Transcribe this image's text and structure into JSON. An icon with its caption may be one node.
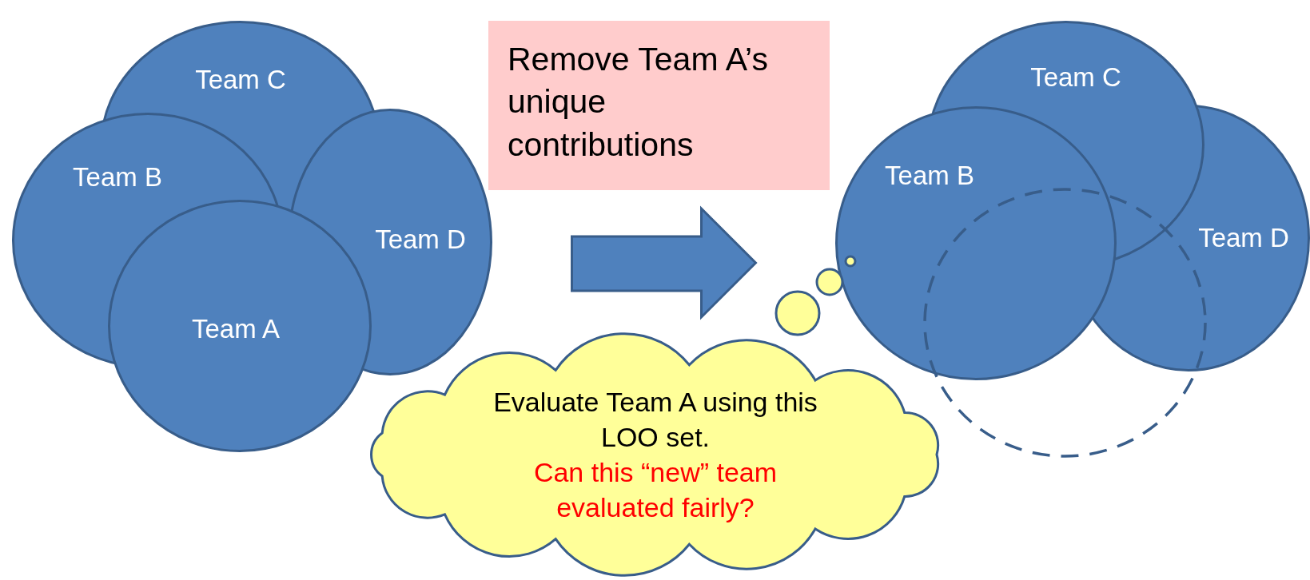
{
  "diagram": {
    "nodes": [
      {
        "text": [
          "Team C"
        ]
      },
      {
        "text": [
          "Team B"
        ]
      },
      {
        "text": [
          "Team D"
        ]
      },
      {
        "text": [
          "Team A"
        ]
      },
      {
        "text": [
          "Remove Team A’s unique contributions"
        ]
      },
      {
        "text": [
          "Team C"
        ]
      },
      {
        "text": [
          "Team B"
        ]
      },
      {
        "text": [
          "Team D"
        ]
      },
      {
        "text": [],
        "shape": "circle"
      },
      {
        "text": [
          "Evaluate Team A using this LOO set.",
          "Can this “new” team evaluated fairly?"
        ]
      }
    ],
    "edges": [
      {
        "from": 2,
        "to": 6,
        "arrow": "to"
      }
    ]
  }
}
